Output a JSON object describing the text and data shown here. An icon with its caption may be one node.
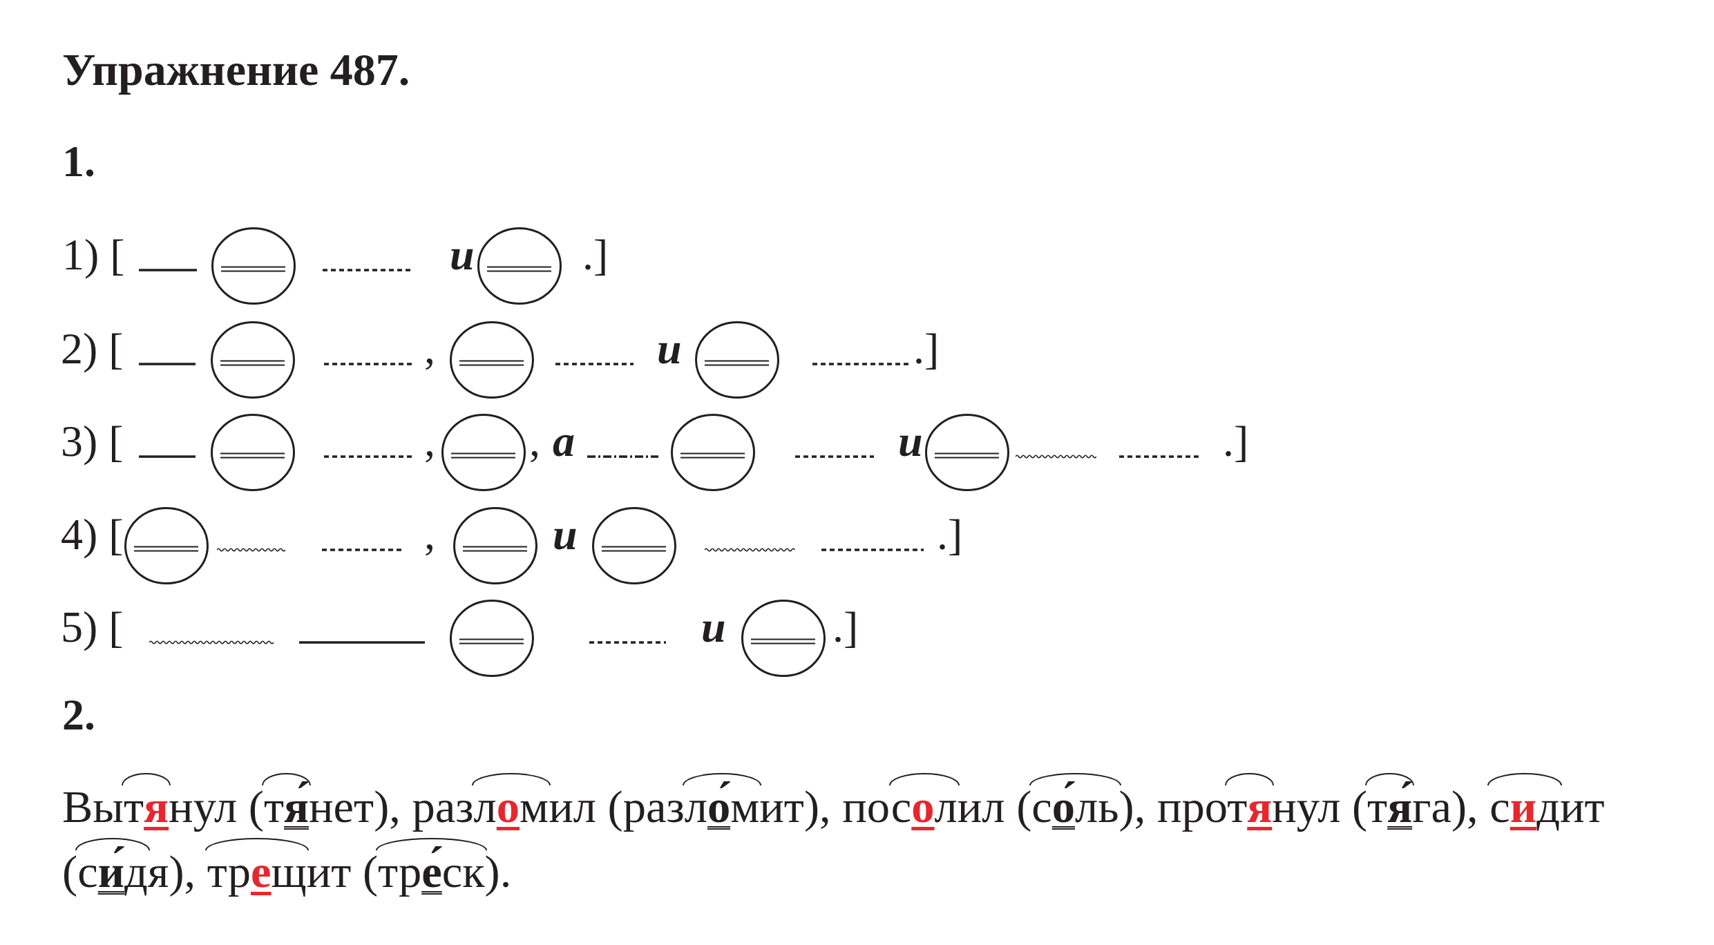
{
  "diagram": {
    "title": "Упражнение 487.",
    "labels": [
      "1.",
      "1) [",
      "и",
      ".]",
      "2) [",
      ",",
      "и",
      ".]",
      "3) [",
      ",",
      ",",
      "а",
      "и",
      ".]",
      "4) [",
      ",",
      "и",
      ".]",
      "5) [",
      "и",
      ".]",
      "2.",
      "Выт**я**нул (т**я́**нет), разл**о**мил (разл**о́**мит), пос**о**лил (с**о́**ль), прот**я**нул (т**я́**га), с**и**дит (с**и́**дя), тр**е**щит (тр**е́**ск)."
    ]
  }
}
